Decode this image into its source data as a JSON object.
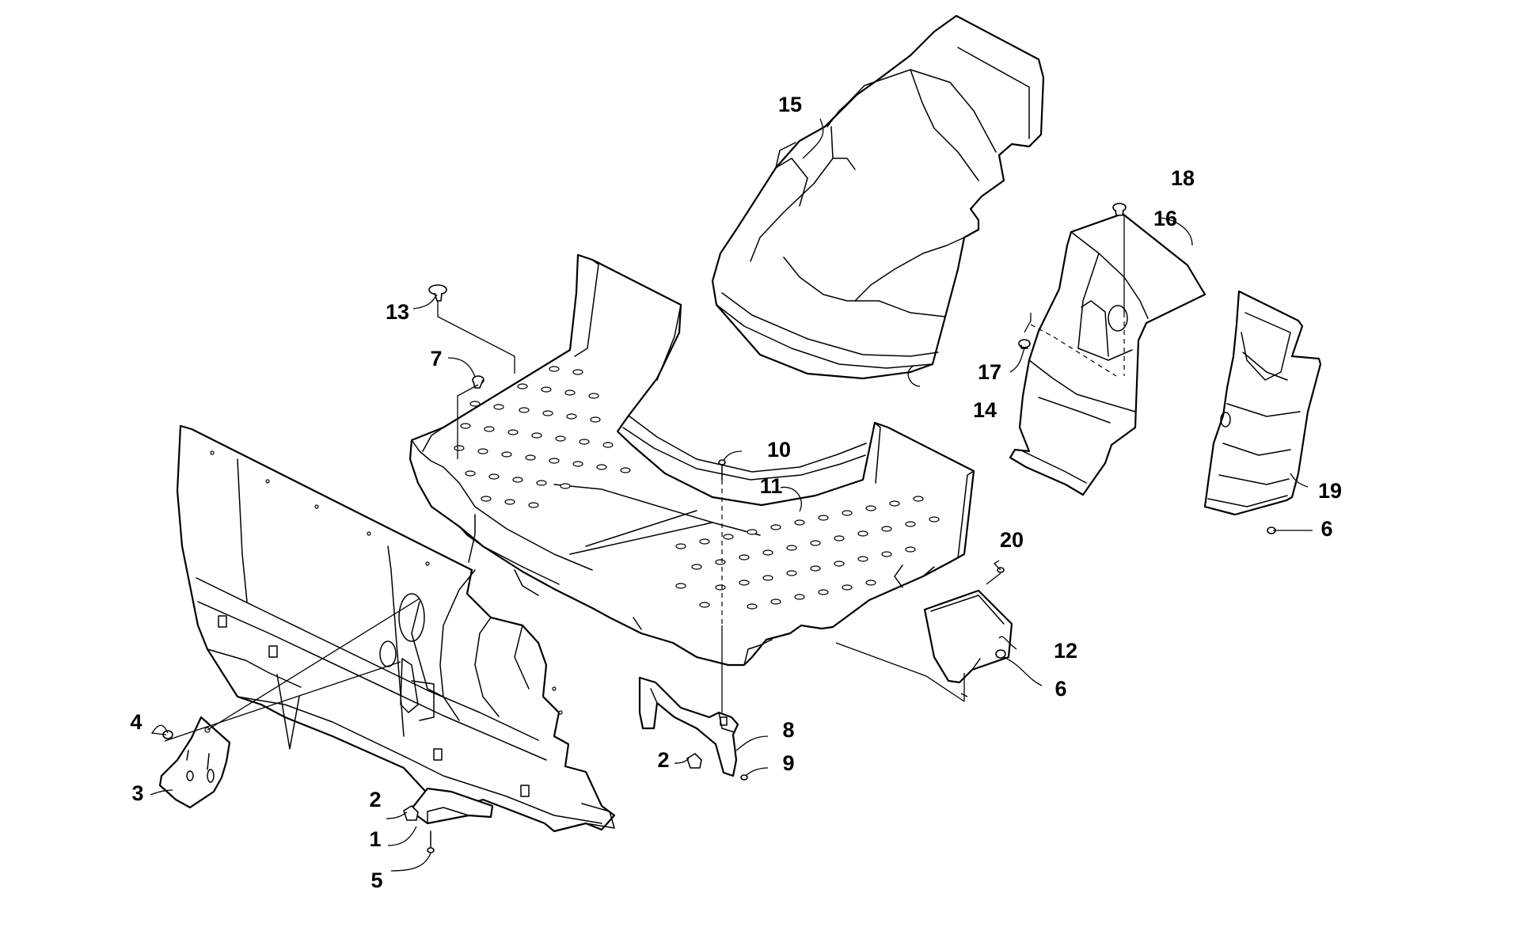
{
  "diagram": {
    "callouts": [
      {
        "id": "c1",
        "text": "1"
      },
      {
        "id": "c2a",
        "text": "2"
      },
      {
        "id": "c2b",
        "text": "2"
      },
      {
        "id": "c3",
        "text": "3"
      },
      {
        "id": "c4",
        "text": "4"
      },
      {
        "id": "c5",
        "text": "5"
      },
      {
        "id": "c6a",
        "text": "6"
      },
      {
        "id": "c6b",
        "text": "6"
      },
      {
        "id": "c7",
        "text": "7"
      },
      {
        "id": "c8",
        "text": "8"
      },
      {
        "id": "c9",
        "text": "9"
      },
      {
        "id": "c10",
        "text": "10"
      },
      {
        "id": "c11",
        "text": "11"
      },
      {
        "id": "c12",
        "text": "12"
      },
      {
        "id": "c13",
        "text": "13"
      },
      {
        "id": "c14",
        "text": "14"
      },
      {
        "id": "c15",
        "text": "15"
      },
      {
        "id": "c16",
        "text": "16"
      },
      {
        "id": "c17",
        "text": "17"
      },
      {
        "id": "c18",
        "text": "18"
      },
      {
        "id": "c19",
        "text": "19"
      },
      {
        "id": "c20",
        "text": "20"
      }
    ]
  }
}
